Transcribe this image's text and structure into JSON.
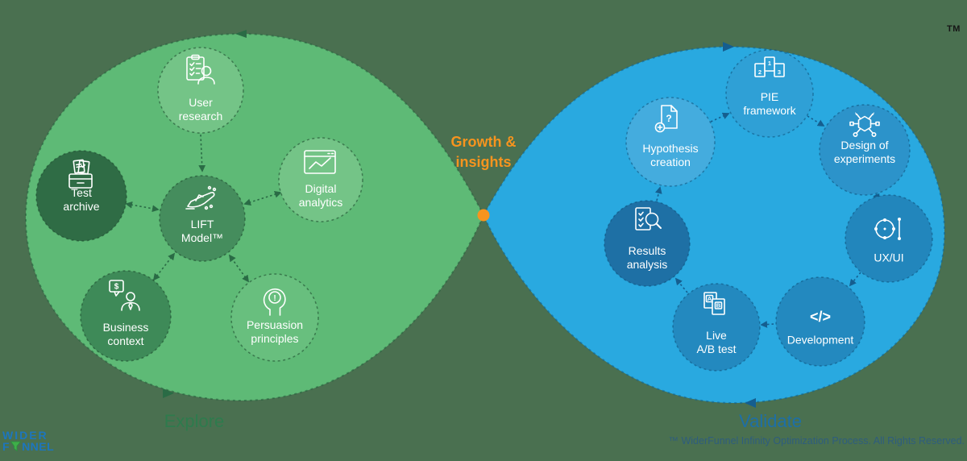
{
  "tm_mark": "TM",
  "center": {
    "growth_label": "Growth &\ninsights"
  },
  "explore": {
    "section_label": "Explore",
    "nodes": [
      {
        "id": "user-research",
        "label": "User\nresearch",
        "color": "#74C487"
      },
      {
        "id": "test-archive",
        "label": "Test\narchive",
        "color": "#2F6C45"
      },
      {
        "id": "digital-analytics",
        "label": "Digital\nanalytics",
        "color": "#74C487"
      },
      {
        "id": "lift-model",
        "label": "LIFT\nModel™",
        "color": "#458D5D"
      },
      {
        "id": "business-context",
        "label": "Business\ncontext",
        "color": "#3E8A58"
      },
      {
        "id": "persuasion-principles",
        "label": "Persuasion\nprinciples",
        "color": "#68BF7E"
      }
    ]
  },
  "validate": {
    "section_label": "Validate",
    "nodes": [
      {
        "id": "pie-framework",
        "label": "PIE\nframework",
        "color": "#2FA0D6"
      },
      {
        "id": "hypothesis-creation",
        "label": "Hypothesis\ncreation",
        "color": "#44ACDE"
      },
      {
        "id": "design-of-experiments",
        "label": "Design of\nexperiments",
        "color": "#2C93CA"
      },
      {
        "id": "results-analysis",
        "label": "Results\nanalysis",
        "color": "#1E70A5"
      },
      {
        "id": "ux-ui",
        "label": "UX/UI",
        "color": "#2286BC"
      },
      {
        "id": "live-ab-test",
        "label": "Live\nA/B test",
        "color": "#2389BF"
      },
      {
        "id": "development",
        "label": "Development",
        "color": "#2389BF"
      }
    ]
  },
  "footer": {
    "rights_text": "™ WiderFunnel Infinity Optimization Process. All Rights Reserved."
  },
  "logo": {
    "word1": "WIDER",
    "word2_start": "F",
    "word2_end": "NNEL"
  },
  "icon_glyphs": {
    "dollar": "$",
    "question": "?",
    "exclamation": "!",
    "page1": "1",
    "page2": "2",
    "page3": "3",
    "variant_a": "A",
    "variant_b": "B",
    "code": "</>"
  },
  "colors": {
    "background": "#4A7050",
    "explore_leaf": "#5EBA76",
    "validate_leaf": "#29A9E0",
    "accent_orange": "#F7941E",
    "explore_label": "#2E7B4D",
    "validate_label": "#1D6FA7",
    "logo_blue": "#1D76BD",
    "logo_green": "#3FAE49",
    "rights_text_color": "#2E5D7E"
  }
}
